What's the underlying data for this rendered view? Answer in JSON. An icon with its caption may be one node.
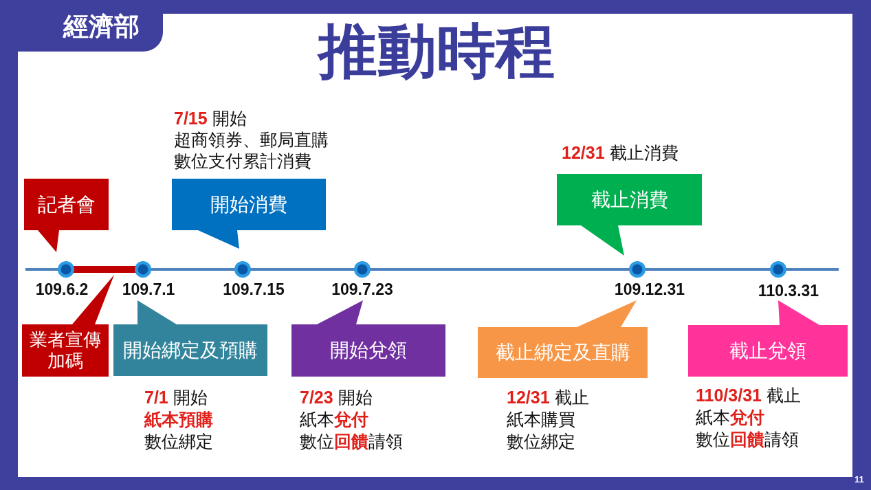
{
  "diagram": {
    "title": "推動時程",
    "nodes": [
      {
        "text": [
          "記者會"
        ]
      },
      {
        "text": [
          "開始消費"
        ],
        "beside": [
          "**7/15** 開始",
          "超商領券、郵局直購",
          "數位支付累計消費"
        ]
      },
      {
        "text": [
          "截止消費"
        ],
        "beside": [
          "**12/31** 截止消費"
        ]
      },
      {
        "text": [
          "業者宣傳加碼"
        ]
      },
      {
        "text": [
          "開始綁定及預購"
        ],
        "beside": [
          "**7/1** 開始",
          "**紙本預購**",
          "數位綁定"
        ]
      },
      {
        "text": [
          "開始兌領"
        ],
        "beside": [
          "**7/23** 開始",
          "紙本**兌付**",
          "數位**回饋**請領"
        ]
      },
      {
        "text": [
          "截止綁定及直購"
        ],
        "beside": [
          "**12/31** 截止",
          "紙本購買",
          "數位綁定"
        ]
      },
      {
        "text": [
          "截止兌領"
        ],
        "beside": [
          "**110/3/31** 截止",
          "紙本**兌付**",
          "數位**回饋**請領"
        ]
      }
    ],
    "labels": [
      "經濟部",
      "109.6.2",
      "109.7.1",
      "109.7.15",
      "109.7.23",
      "109.12.31",
      "110.3.31",
      "11"
    ]
  }
}
